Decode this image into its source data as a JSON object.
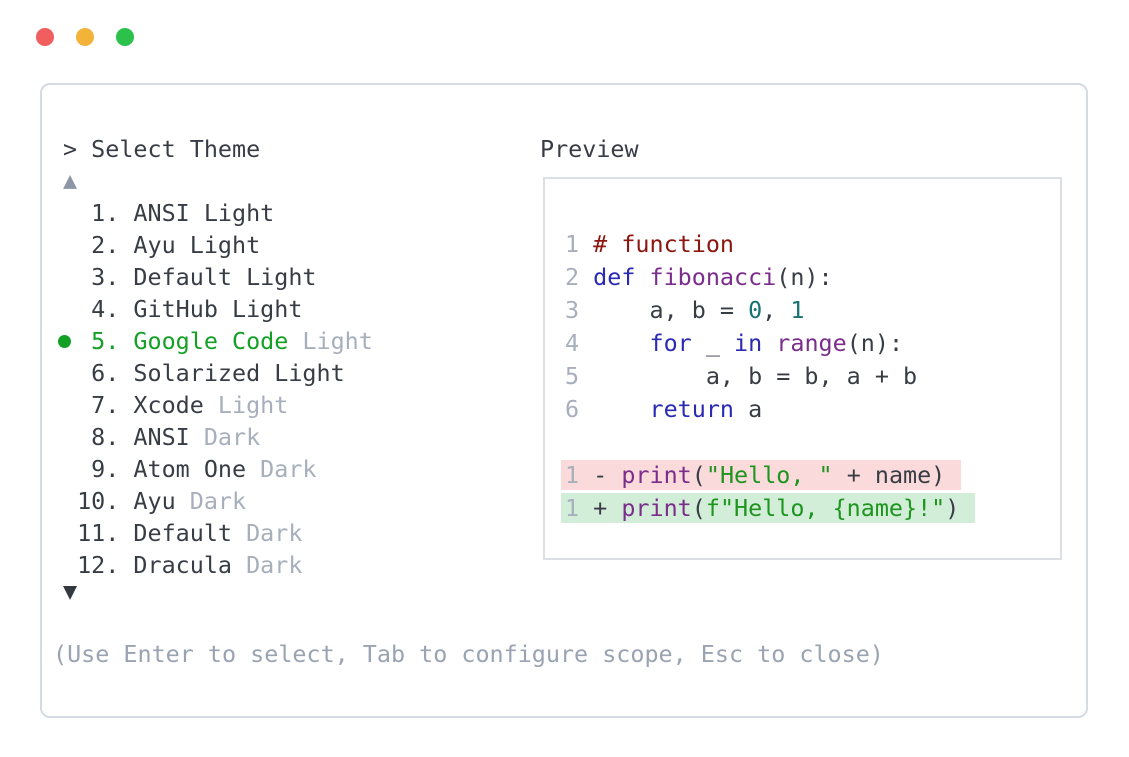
{
  "colors": {
    "accent_green": "#14a024",
    "traffic_red": "#f15e5e",
    "traffic_yellow": "#f3b33b",
    "traffic_green": "#2cc14b",
    "text": "#383d45",
    "muted": "#a7afbd",
    "footer_text": "#9aa3b2",
    "panel_border": "#d6dae1",
    "preview_border": "#dcdfe6",
    "arrow_up": "#8d96a7",
    "arrow_down": "#34383f",
    "syntax_comment": "#8c1610",
    "syntax_keyword": "#2a2ab2",
    "syntax_title": "#7b2d8c",
    "syntax_number": "#177373",
    "syntax_string": "#1e951e",
    "diff_removed_bg": "#fadada",
    "diff_added_bg": "#d2edd8"
  },
  "window": {
    "controls": [
      {
        "name": "close"
      },
      {
        "name": "minimize"
      },
      {
        "name": "maximize"
      }
    ]
  },
  "picker": {
    "prompt": "> Select Theme",
    "up_arrow": "▲",
    "down_arrow": "▼",
    "items": [
      {
        "number": 1,
        "name": "ANSI Light",
        "muted": "",
        "selected": false
      },
      {
        "number": 2,
        "name": "Ayu Light",
        "muted": "",
        "selected": false
      },
      {
        "number": 3,
        "name": "Default Light",
        "muted": "",
        "selected": false
      },
      {
        "number": 4,
        "name": "GitHub Light",
        "muted": "",
        "selected": false
      },
      {
        "number": 5,
        "name": "Google Code",
        "muted": "Light",
        "selected": true
      },
      {
        "number": 6,
        "name": "Solarized Light",
        "muted": "",
        "selected": false
      },
      {
        "number": 7,
        "name": "Xcode",
        "muted": "Light",
        "selected": false
      },
      {
        "number": 8,
        "name": "ANSI",
        "muted": "Dark",
        "selected": false
      },
      {
        "number": 9,
        "name": "Atom One",
        "muted": "Dark",
        "selected": false
      },
      {
        "number": 10,
        "name": "Ayu",
        "muted": "Dark",
        "selected": false
      },
      {
        "number": 11,
        "name": "Default",
        "muted": "Dark",
        "selected": false
      },
      {
        "number": 12,
        "name": "Dracula",
        "muted": "Dark",
        "selected": false
      }
    ],
    "footer": "(Use Enter to select, Tab to configure scope, Esc to close)"
  },
  "preview": {
    "label": "Preview",
    "lines": [
      {
        "num": "1",
        "tokens": [
          {
            "t": "# function",
            "c": "comment"
          }
        ]
      },
      {
        "num": "2",
        "tokens": [
          {
            "t": "def",
            "c": "keyword"
          },
          {
            "t": " ",
            "c": "plain"
          },
          {
            "t": "fibonacci",
            "c": "title"
          },
          {
            "t": "(n):",
            "c": "plain"
          }
        ]
      },
      {
        "num": "3",
        "tokens": [
          {
            "t": "    a, b = ",
            "c": "plain"
          },
          {
            "t": "0",
            "c": "number"
          },
          {
            "t": ", ",
            "c": "plain"
          },
          {
            "t": "1",
            "c": "number"
          }
        ]
      },
      {
        "num": "4",
        "tokens": [
          {
            "t": "    ",
            "c": "plain"
          },
          {
            "t": "for",
            "c": "keyword"
          },
          {
            "t": " _ ",
            "c": "plain"
          },
          {
            "t": "in",
            "c": "keyword"
          },
          {
            "t": " ",
            "c": "plain"
          },
          {
            "t": "range",
            "c": "title"
          },
          {
            "t": "(n):",
            "c": "plain"
          }
        ]
      },
      {
        "num": "5",
        "tokens": [
          {
            "t": "        a, b = b, a + b",
            "c": "plain"
          }
        ]
      },
      {
        "num": "6",
        "tokens": [
          {
            "t": "    ",
            "c": "plain"
          },
          {
            "t": "return",
            "c": "keyword"
          },
          {
            "t": " a",
            "c": "plain"
          }
        ]
      },
      {
        "num": "",
        "tokens": []
      },
      {
        "num": "1",
        "diff": "removed",
        "tokens": [
          {
            "t": "- ",
            "c": "plain"
          },
          {
            "t": "print",
            "c": "title"
          },
          {
            "t": "(",
            "c": "plain"
          },
          {
            "t": "\"Hello, \"",
            "c": "string"
          },
          {
            "t": " + name)",
            "c": "plain"
          }
        ]
      },
      {
        "num": "1",
        "diff": "added",
        "tokens": [
          {
            "t": "+ ",
            "c": "plain"
          },
          {
            "t": "print",
            "c": "title"
          },
          {
            "t": "(",
            "c": "plain"
          },
          {
            "t": "f\"Hello, {name}!\"",
            "c": "string"
          },
          {
            "t": ")",
            "c": "plain"
          }
        ]
      }
    ]
  }
}
